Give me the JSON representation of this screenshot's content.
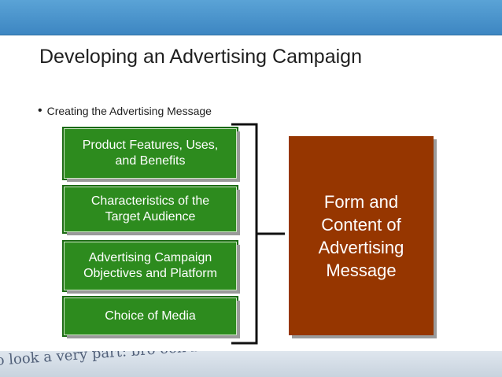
{
  "slide": {
    "title": "Developing an Advertising Campaign",
    "bullet": "Creating the Advertising Message"
  },
  "inputs": [
    {
      "label": "Product Features, Uses,\nand Benefits"
    },
    {
      "label": "Characteristics of the\nTarget Audience"
    },
    {
      "label": "Advertising Campaign\nObjectives and Platform"
    },
    {
      "label": "Choice of Media"
    }
  ],
  "output": {
    "label": "Form and\nContent of\nAdvertising\nMessage"
  },
  "background_text": "o look a  very part: bro  oon browsing  w browsing in  for a book, artic  m: dip into  ve just dipp  when",
  "colors": {
    "header_bar": "#4a95cc",
    "input_box": "#2d8b1e",
    "output_box": "#963600"
  }
}
